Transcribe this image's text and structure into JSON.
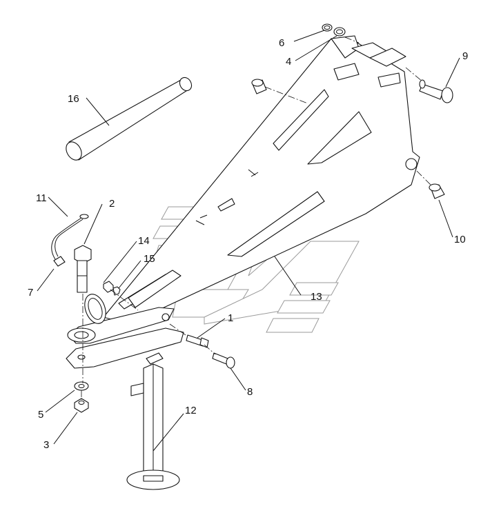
{
  "diagram": {
    "type": "exploded parts drawing",
    "callouts": [
      "1",
      "2",
      "3",
      "4",
      "5",
      "6",
      "7",
      "8",
      "9",
      "10",
      "11",
      "12",
      "13",
      "14",
      "15",
      "16"
    ]
  }
}
